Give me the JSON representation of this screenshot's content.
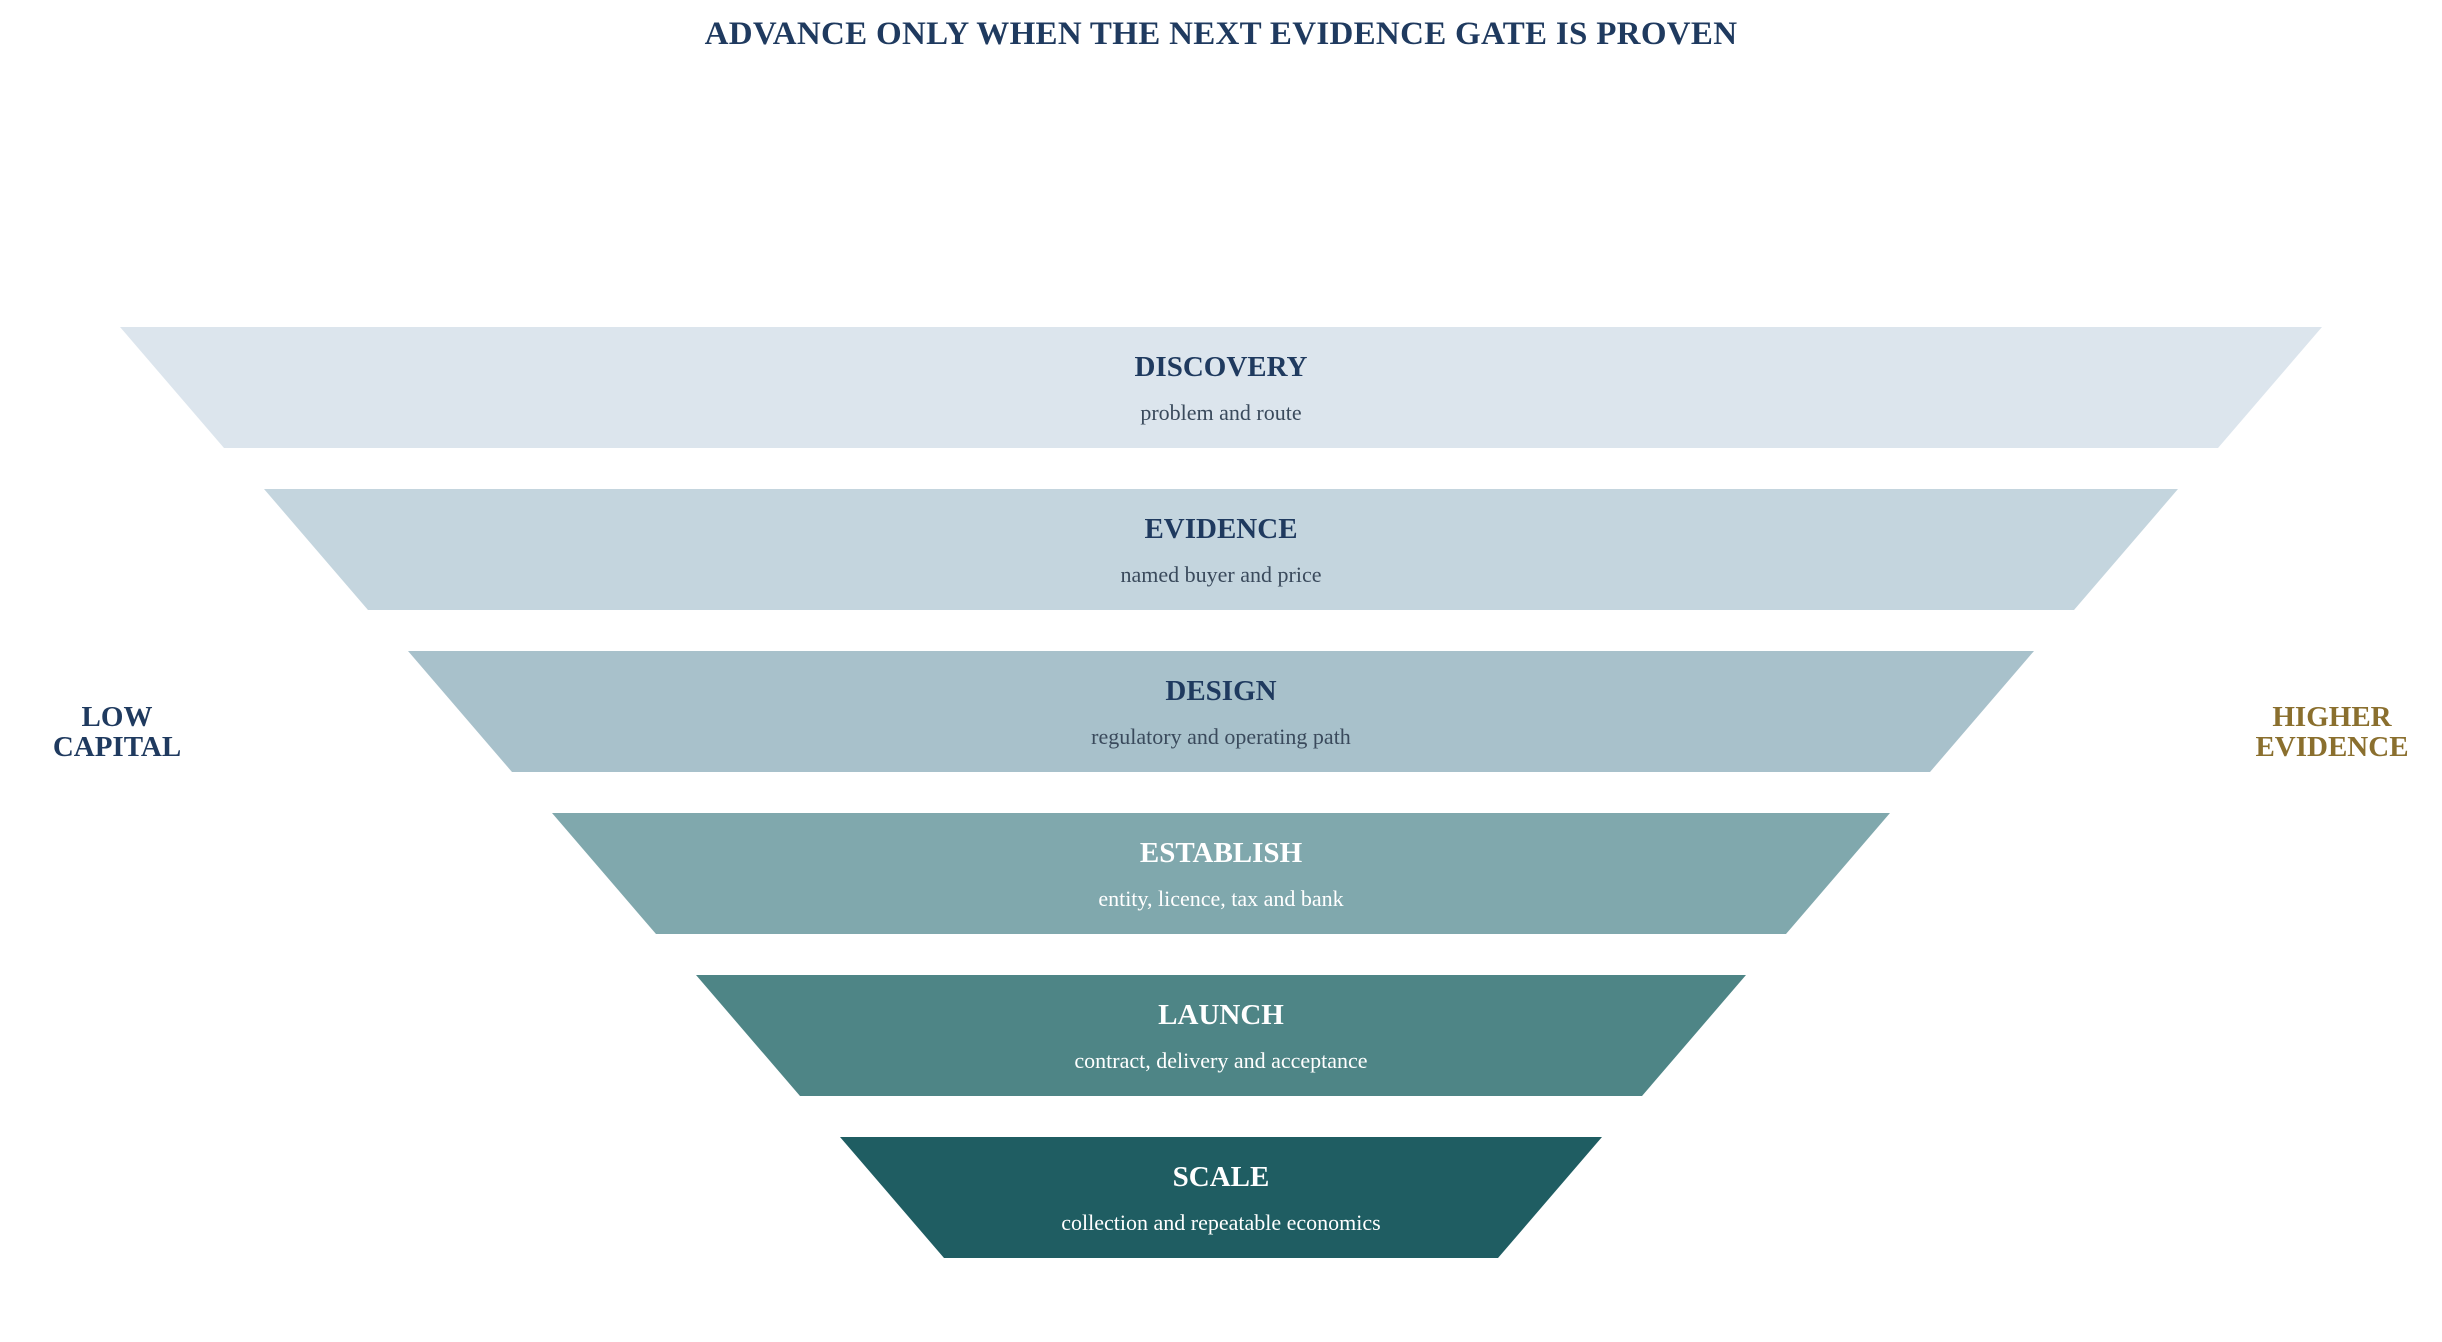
{
  "title": "ADVANCE ONLY WHEN THE NEXT EVIDENCE GATE IS PROVEN",
  "left_label": "LOW\nCAPITAL",
  "right_label": "HIGHER\nEVIDENCE",
  "colors": {
    "title": "#1f3a5f",
    "left_label": "#1f3a5f",
    "right_label": "#8a6f2e"
  },
  "stages": [
    {
      "name": "DISCOVERY",
      "description": "problem and route",
      "fill": "#dce5ed",
      "name_color": "#1f3a5f",
      "desc_color": "#3a4a5c"
    },
    {
      "name": "EVIDENCE",
      "description": "named buyer and price",
      "fill": "#c4d5de",
      "name_color": "#1f3a5f",
      "desc_color": "#3a4a5c"
    },
    {
      "name": "DESIGN",
      "description": "regulatory and operating path",
      "fill": "#a8c1cb",
      "name_color": "#1f3a5f",
      "desc_color": "#3a4a5c"
    },
    {
      "name": "ESTABLISH",
      "description": "entity, licence, tax and bank",
      "fill": "#80a8ad",
      "name_color": "#ffffff",
      "desc_color": "#ffffff"
    },
    {
      "name": "LAUNCH",
      "description": "contract, delivery and acceptance",
      "fill": "#4e8586",
      "name_color": "#ffffff",
      "desc_color": "#ffffff"
    },
    {
      "name": "SCALE",
      "description": "collection and repeatable economics",
      "fill": "#1f5d62",
      "name_color": "#ffffff",
      "desc_color": "#ffffff"
    }
  ]
}
